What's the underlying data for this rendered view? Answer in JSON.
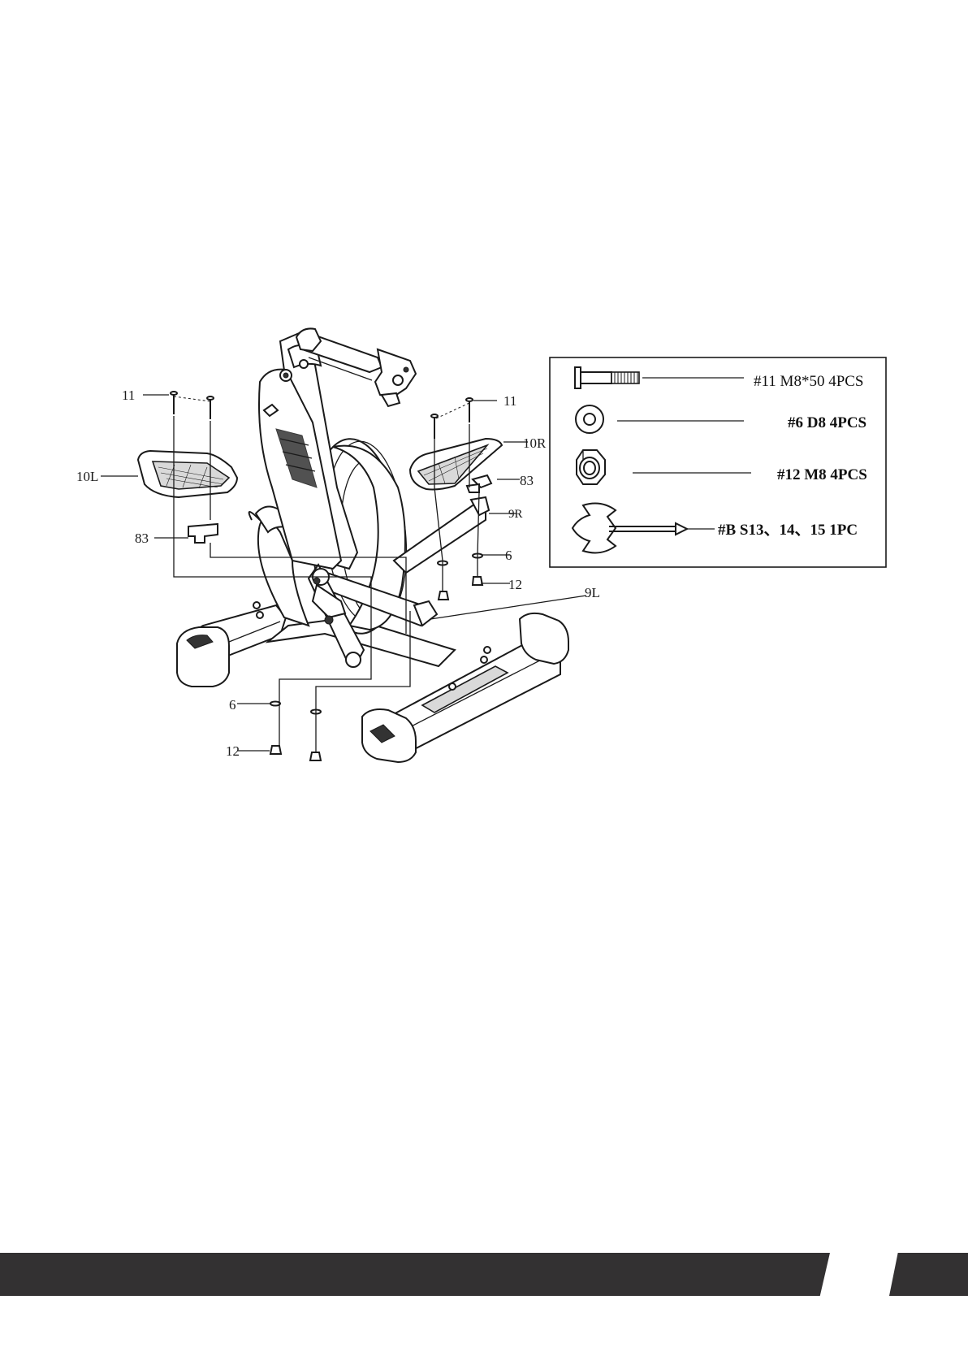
{
  "callouts": {
    "c11_left": "11",
    "c11_right": "11",
    "c10l": "10L",
    "c10r": "10R",
    "c83_left": "83",
    "c83_right": "83",
    "c9r": "9R",
    "c9l": "9L",
    "c6_right": "6",
    "c6_left": "6",
    "c12_right": "12",
    "c12_left": "12"
  },
  "legend": {
    "row1": "#11 M8*50  4PCS",
    "row2": "#6 D8 4PCS",
    "row3": "#12 M8  4PCS",
    "row4": "#B  S13、14、15  1PC"
  },
  "icons": [
    "bolt-icon",
    "washer-icon",
    "nut-icon",
    "wrench-icon"
  ],
  "colors": {
    "footer": "#333132",
    "line": "#1a1a1a"
  }
}
